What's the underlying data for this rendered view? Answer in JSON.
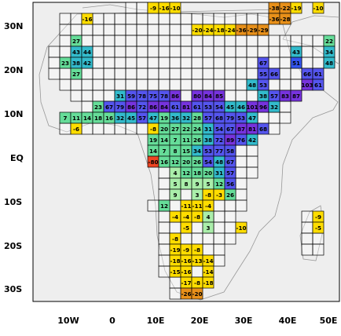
{
  "map": {
    "bg": "#eeeeee",
    "outline": "#999999",
    "y_axis_labels": [
      "30N",
      "20N",
      "10N",
      "EQ",
      "10S",
      "20S",
      "30S"
    ],
    "x_axis_labels": [
      "10W",
      "0",
      "10E",
      "20E",
      "30E",
      "40E",
      "50E"
    ],
    "grid_cells": [
      {
        "c": 10,
        "r": 0,
        "v": "-9",
        "color": "#ffdd00"
      },
      {
        "c": 11,
        "r": 0,
        "v": "-16",
        "color": "#ffdd00"
      },
      {
        "c": 12,
        "r": 0,
        "v": "-10",
        "color": "#ffdd00"
      },
      {
        "c": 21,
        "r": 0,
        "v": "-38",
        "color": "#e8901a"
      },
      {
        "c": 22,
        "r": 0,
        "v": "-22",
        "color": "#e8901a"
      },
      {
        "c": 23,
        "r": 0,
        "v": "-19",
        "color": "#ffdd00"
      },
      {
        "c": 25,
        "r": 0,
        "v": "-10",
        "color": "#ffdd00"
      },
      {
        "c": 4,
        "r": 1,
        "v": "-16",
        "color": "#ffdd00"
      },
      {
        "c": 21,
        "r": 1,
        "v": "-36",
        "color": "#e8901a"
      },
      {
        "c": 22,
        "r": 1,
        "v": "-28",
        "color": "#e8901a"
      },
      {
        "c": 14,
        "r": 2,
        "v": "-20",
        "color": "#ffdd00"
      },
      {
        "c": 15,
        "r": 2,
        "v": "-24",
        "color": "#ffdd00"
      },
      {
        "c": 16,
        "r": 2,
        "v": "-18",
        "color": "#ffdd00"
      },
      {
        "c": 17,
        "r": 2,
        "v": "-24",
        "color": "#ffdd00"
      },
      {
        "c": 18,
        "r": 2,
        "v": "-36",
        "color": "#e8901a"
      },
      {
        "c": 19,
        "r": 2,
        "v": "-29",
        "color": "#e8901a"
      },
      {
        "c": 20,
        "r": 2,
        "v": "-29",
        "color": "#e8901a"
      },
      {
        "c": 3,
        "r": 3,
        "v": "27",
        "color": "#66dd99"
      },
      {
        "c": 26,
        "r": 3,
        "v": "22",
        "color": "#66dd99"
      },
      {
        "c": 3,
        "r": 4,
        "v": "43",
        "color": "#33bbcc"
      },
      {
        "c": 4,
        "r": 4,
        "v": "44",
        "color": "#33bbcc"
      },
      {
        "c": 23,
        "r": 4,
        "v": "43",
        "color": "#33bbcc"
      },
      {
        "c": 26,
        "r": 4,
        "v": "34",
        "color": "#33bbcc"
      },
      {
        "c": 2,
        "r": 5,
        "v": "23",
        "color": "#66dd99"
      },
      {
        "c": 3,
        "r": 5,
        "v": "38",
        "color": "#33bbcc"
      },
      {
        "c": 4,
        "r": 5,
        "v": "42",
        "color": "#33bbcc"
      },
      {
        "c": 20,
        "r": 5,
        "v": "67",
        "color": "#5555ee"
      },
      {
        "c": 23,
        "r": 5,
        "v": "51",
        "color": "#3355ee"
      },
      {
        "c": 26,
        "r": 5,
        "v": "48",
        "color": "#33bbcc"
      },
      {
        "c": 3,
        "r": 6,
        "v": "27",
        "color": "#66dd99"
      },
      {
        "c": 20,
        "r": 6,
        "v": "55",
        "color": "#5555ee"
      },
      {
        "c": 21,
        "r": 6,
        "v": "66",
        "color": "#5555ee"
      },
      {
        "c": 24,
        "r": 6,
        "v": "66",
        "color": "#5555ee"
      },
      {
        "c": 25,
        "r": 6,
        "v": "61",
        "color": "#5555ee"
      },
      {
        "c": 19,
        "r": 7,
        "v": "48",
        "color": "#33bbcc"
      },
      {
        "c": 20,
        "r": 7,
        "v": "53",
        "color": "#5555ee"
      },
      {
        "c": 24,
        "r": 7,
        "v": "103",
        "color": "#7733dd"
      },
      {
        "c": 25,
        "r": 7,
        "v": "61",
        "color": "#5555ee"
      },
      {
        "c": 7,
        "r": 8,
        "v": "31",
        "color": "#33bbcc"
      },
      {
        "c": 8,
        "r": 8,
        "v": "59",
        "color": "#5555ee"
      },
      {
        "c": 9,
        "r": 8,
        "v": "78",
        "color": "#5555ee"
      },
      {
        "c": 10,
        "r": 8,
        "v": "75",
        "color": "#5555ee"
      },
      {
        "c": 11,
        "r": 8,
        "v": "78",
        "color": "#5555ee"
      },
      {
        "c": 12,
        "r": 8,
        "v": "86",
        "color": "#7733dd"
      },
      {
        "c": 14,
        "r": 8,
        "v": "80",
        "color": "#7733dd"
      },
      {
        "c": 15,
        "r": 8,
        "v": "84",
        "color": "#7733dd"
      },
      {
        "c": 16,
        "r": 8,
        "v": "85",
        "color": "#7733dd"
      },
      {
        "c": 20,
        "r": 8,
        "v": "38",
        "color": "#33bbcc"
      },
      {
        "c": 21,
        "r": 8,
        "v": "57",
        "color": "#5555ee"
      },
      {
        "c": 22,
        "r": 8,
        "v": "83",
        "color": "#7733dd"
      },
      {
        "c": 23,
        "r": 8,
        "v": "87",
        "color": "#7733dd"
      },
      {
        "c": 5,
        "r": 9,
        "v": "23",
        "color": "#66dd99"
      },
      {
        "c": 6,
        "r": 9,
        "v": "67",
        "color": "#5555ee"
      },
      {
        "c": 7,
        "r": 9,
        "v": "79",
        "color": "#5555ee"
      },
      {
        "c": 8,
        "r": 9,
        "v": "86",
        "color": "#7733dd"
      },
      {
        "c": 9,
        "r": 9,
        "v": "72",
        "color": "#5555ee"
      },
      {
        "c": 10,
        "r": 9,
        "v": "86",
        "color": "#7733dd"
      },
      {
        "c": 11,
        "r": 9,
        "v": "84",
        "color": "#7733dd"
      },
      {
        "c": 12,
        "r": 9,
        "v": "61",
        "color": "#5555ee"
      },
      {
        "c": 13,
        "r": 9,
        "v": "81",
        "color": "#7733dd"
      },
      {
        "c": 14,
        "r": 9,
        "v": "61",
        "color": "#5555ee"
      },
      {
        "c": 15,
        "r": 9,
        "v": "53",
        "color": "#5555ee"
      },
      {
        "c": 16,
        "r": 9,
        "v": "54",
        "color": "#5555ee"
      },
      {
        "c": 17,
        "r": 9,
        "v": "45",
        "color": "#33bbcc"
      },
      {
        "c": 18,
        "r": 9,
        "v": "46",
        "color": "#33bbcc"
      },
      {
        "c": 19,
        "r": 9,
        "v": "101",
        "color": "#7733dd"
      },
      {
        "c": 20,
        "r": 9,
        "v": "96",
        "color": "#7733dd"
      },
      {
        "c": 21,
        "r": 9,
        "v": "32",
        "color": "#33bbcc"
      },
      {
        "c": 2,
        "r": 10,
        "v": "7",
        "color": "#66dd99"
      },
      {
        "c": 3,
        "r": 10,
        "v": "11",
        "color": "#66dd99"
      },
      {
        "c": 4,
        "r": 10,
        "v": "14",
        "color": "#66dd99"
      },
      {
        "c": 5,
        "r": 10,
        "v": "18",
        "color": "#66dd99"
      },
      {
        "c": 6,
        "r": 10,
        "v": "16",
        "color": "#66dd99"
      },
      {
        "c": 7,
        "r": 10,
        "v": "32",
        "color": "#33bbcc"
      },
      {
        "c": 8,
        "r": 10,
        "v": "45",
        "color": "#33bbcc"
      },
      {
        "c": 9,
        "r": 10,
        "v": "57",
        "color": "#5555ee"
      },
      {
        "c": 10,
        "r": 10,
        "v": "47",
        "color": "#33bbcc"
      },
      {
        "c": 11,
        "r": 10,
        "v": "19",
        "color": "#66dd99"
      },
      {
        "c": 12,
        "r": 10,
        "v": "36",
        "color": "#33bbcc"
      },
      {
        "c": 13,
        "r": 10,
        "v": "32",
        "color": "#33bbcc"
      },
      {
        "c": 14,
        "r": 10,
        "v": "28",
        "color": "#66dd99"
      },
      {
        "c": 15,
        "r": 10,
        "v": "57",
        "color": "#5555ee"
      },
      {
        "c": 16,
        "r": 10,
        "v": "68",
        "color": "#5555ee"
      },
      {
        "c": 17,
        "r": 10,
        "v": "79",
        "color": "#5555ee"
      },
      {
        "c": 18,
        "r": 10,
        "v": "53",
        "color": "#5555ee"
      },
      {
        "c": 19,
        "r": 10,
        "v": "47",
        "color": "#33bbcc"
      },
      {
        "c": 3,
        "r": 11,
        "v": "-6",
        "color": "#ffdd00"
      },
      {
        "c": 10,
        "r": 11,
        "v": "-8",
        "color": "#ffdd00"
      },
      {
        "c": 11,
        "r": 11,
        "v": "20",
        "color": "#66dd99"
      },
      {
        "c": 12,
        "r": 11,
        "v": "27",
        "color": "#66dd99"
      },
      {
        "c": 13,
        "r": 11,
        "v": "22",
        "color": "#66dd99"
      },
      {
        "c": 14,
        "r": 11,
        "v": "24",
        "color": "#66dd99"
      },
      {
        "c": 15,
        "r": 11,
        "v": "31",
        "color": "#33bbcc"
      },
      {
        "c": 16,
        "r": 11,
        "v": "54",
        "color": "#5555ee"
      },
      {
        "c": 17,
        "r": 11,
        "v": "67",
        "color": "#5555ee"
      },
      {
        "c": 18,
        "r": 11,
        "v": "87",
        "color": "#7733dd"
      },
      {
        "c": 19,
        "r": 11,
        "v": "81",
        "color": "#7733dd"
      },
      {
        "c": 20,
        "r": 11,
        "v": "68",
        "color": "#5555ee"
      },
      {
        "c": 10,
        "r": 12,
        "v": "19",
        "color": "#66dd99"
      },
      {
        "c": 11,
        "r": 12,
        "v": "14",
        "color": "#66dd99"
      },
      {
        "c": 12,
        "r": 12,
        "v": "7",
        "color": "#66dd99"
      },
      {
        "c": 13,
        "r": 12,
        "v": "11",
        "color": "#66dd99"
      },
      {
        "c": 14,
        "r": 12,
        "v": "26",
        "color": "#66dd99"
      },
      {
        "c": 15,
        "r": 12,
        "v": "38",
        "color": "#33bbcc"
      },
      {
        "c": 16,
        "r": 12,
        "v": "72",
        "color": "#5555ee"
      },
      {
        "c": 17,
        "r": 12,
        "v": "89",
        "color": "#7733dd"
      },
      {
        "c": 18,
        "r": 12,
        "v": "76",
        "color": "#5555ee"
      },
      {
        "c": 19,
        "r": 12,
        "v": "42",
        "color": "#33bbcc"
      },
      {
        "c": 10,
        "r": 13,
        "v": "14",
        "color": "#66dd99"
      },
      {
        "c": 11,
        "r": 13,
        "v": "7",
        "color": "#66dd99"
      },
      {
        "c": 12,
        "r": 13,
        "v": "8",
        "color": "#66dd99"
      },
      {
        "c": 13,
        "r": 13,
        "v": "15",
        "color": "#66dd99"
      },
      {
        "c": 14,
        "r": 13,
        "v": "34",
        "color": "#33bbcc"
      },
      {
        "c": 15,
        "r": 13,
        "v": "53",
        "color": "#5555ee"
      },
      {
        "c": 16,
        "r": 13,
        "v": "77",
        "color": "#5555ee"
      },
      {
        "c": 17,
        "r": 13,
        "v": "58",
        "color": "#5555ee"
      },
      {
        "c": 10,
        "r": 14,
        "v": "-80",
        "color": "#ee4422"
      },
      {
        "c": 11,
        "r": 14,
        "v": "16",
        "color": "#66dd99"
      },
      {
        "c": 12,
        "r": 14,
        "v": "12",
        "color": "#66dd99"
      },
      {
        "c": 13,
        "r": 14,
        "v": "20",
        "color": "#66dd99"
      },
      {
        "c": 14,
        "r": 14,
        "v": "26",
        "color": "#66dd99"
      },
      {
        "c": 15,
        "r": 14,
        "v": "54",
        "color": "#5555ee"
      },
      {
        "c": 16,
        "r": 14,
        "v": "48",
        "color": "#33bbcc"
      },
      {
        "c": 17,
        "r": 14,
        "v": "67",
        "color": "#5555ee"
      },
      {
        "c": 12,
        "r": 15,
        "v": "4",
        "color": "#aaeeaa"
      },
      {
        "c": 13,
        "r": 15,
        "v": "12",
        "color": "#66dd99"
      },
      {
        "c": 14,
        "r": 15,
        "v": "18",
        "color": "#66dd99"
      },
      {
        "c": 15,
        "r": 15,
        "v": "20",
        "color": "#66dd99"
      },
      {
        "c": 16,
        "r": 15,
        "v": "31",
        "color": "#33bbcc"
      },
      {
        "c": 17,
        "r": 15,
        "v": "57",
        "color": "#5555ee"
      },
      {
        "c": 12,
        "r": 16,
        "v": "5",
        "color": "#aaeeaa"
      },
      {
        "c": 13,
        "r": 16,
        "v": "8",
        "color": "#aaeeaa"
      },
      {
        "c": 14,
        "r": 16,
        "v": "9",
        "color": "#aaeeaa"
      },
      {
        "c": 15,
        "r": 16,
        "v": "5",
        "color": "#aaeeaa"
      },
      {
        "c": 16,
        "r": 16,
        "v": "12",
        "color": "#66dd99"
      },
      {
        "c": 17,
        "r": 16,
        "v": "56",
        "color": "#5555ee"
      },
      {
        "c": 12,
        "r": 17,
        "v": "9",
        "color": "#aaeeaa"
      },
      {
        "c": 14,
        "r": 17,
        "v": "3",
        "color": "#aaeeaa"
      },
      {
        "c": 15,
        "r": 17,
        "v": "-8",
        "color": "#ffdd00"
      },
      {
        "c": 16,
        "r": 17,
        "v": "-3",
        "color": "#ffdd00"
      },
      {
        "c": 17,
        "r": 17,
        "v": "26",
        "color": "#66dd99"
      },
      {
        "c": 11,
        "r": 18,
        "v": "12",
        "color": "#66dd99"
      },
      {
        "c": 13,
        "r": 18,
        "v": "-11",
        "color": "#ffdd00"
      },
      {
        "c": 14,
        "r": 18,
        "v": "-11",
        "color": "#ffdd00"
      },
      {
        "c": 15,
        "r": 18,
        "v": "-4",
        "color": "#ffdd00"
      },
      {
        "c": 12,
        "r": 19,
        "v": "-4",
        "color": "#ffdd00"
      },
      {
        "c": 13,
        "r": 19,
        "v": "-4",
        "color": "#ffdd00"
      },
      {
        "c": 14,
        "r": 19,
        "v": "-8",
        "color": "#ffdd00"
      },
      {
        "c": 15,
        "r": 19,
        "v": "4",
        "color": "#aaeeaa"
      },
      {
        "c": 25,
        "r": 19,
        "v": "-9",
        "color": "#ffdd00"
      },
      {
        "c": 13,
        "r": 20,
        "v": "-5",
        "color": "#ffdd00"
      },
      {
        "c": 15,
        "r": 20,
        "v": "3",
        "color": "#aaeeaa"
      },
      {
        "c": 18,
        "r": 20,
        "v": "-10",
        "color": "#ffdd00"
      },
      {
        "c": 25,
        "r": 20,
        "v": "-5",
        "color": "#ffdd00"
      },
      {
        "c": 12,
        "r": 21,
        "v": "-8",
        "color": "#ffdd00"
      },
      {
        "c": 12,
        "r": 22,
        "v": "-19",
        "color": "#ffdd00"
      },
      {
        "c": 13,
        "r": 22,
        "v": "-9",
        "color": "#ffdd00"
      },
      {
        "c": 14,
        "r": 22,
        "v": "-8",
        "color": "#ffdd00"
      },
      {
        "c": 12,
        "r": 23,
        "v": "-18",
        "color": "#ffdd00"
      },
      {
        "c": 13,
        "r": 23,
        "v": "-16",
        "color": "#ffdd00"
      },
      {
        "c": 14,
        "r": 23,
        "v": "-13",
        "color": "#ffdd00"
      },
      {
        "c": 15,
        "r": 23,
        "v": "-14",
        "color": "#ffdd00"
      },
      {
        "c": 12,
        "r": 24,
        "v": "-15",
        "color": "#ffdd00"
      },
      {
        "c": 13,
        "r": 24,
        "v": "-16",
        "color": "#ffdd00"
      },
      {
        "c": 15,
        "r": 24,
        "v": "-14",
        "color": "#ffdd00"
      },
      {
        "c": 13,
        "r": 25,
        "v": "-17",
        "color": "#ffdd00"
      },
      {
        "c": 14,
        "r": 25,
        "v": "-8",
        "color": "#ffdd00"
      },
      {
        "c": 15,
        "r": 25,
        "v": "-18",
        "color": "#ffdd00"
      },
      {
        "c": 13,
        "r": 26,
        "v": "-26",
        "color": "#e8901a"
      },
      {
        "c": 14,
        "r": 26,
        "v": "-20",
        "color": "#e8901a"
      }
    ],
    "empty_rows": [
      {
        "r": 0,
        "from": 8,
        "to": 9
      },
      {
        "r": 1,
        "from": 2,
        "to": 20
      },
      {
        "r": 2,
        "from": 2,
        "to": 13
      },
      {
        "r": 3,
        "from": 2,
        "to": 25
      },
      {
        "r": 4,
        "from": 1,
        "to": 25
      },
      {
        "r": 5,
        "from": 1,
        "to": 25
      },
      {
        "r": 6,
        "from": 1,
        "to": 25
      },
      {
        "r": 7,
        "from": 2,
        "to": 23
      },
      {
        "r": 8,
        "from": 3,
        "to": 22
      },
      {
        "r": 9,
        "from": 4,
        "to": 22
      },
      {
        "r": 10,
        "from": 2,
        "to": 22
      },
      {
        "r": 11,
        "from": 2,
        "to": 21
      },
      {
        "r": 12,
        "from": 10,
        "to": 19
      },
      {
        "r": 13,
        "from": 10,
        "to": 19
      },
      {
        "r": 14,
        "from": 10,
        "to": 19
      },
      {
        "r": 15,
        "from": 11,
        "to": 19
      },
      {
        "r": 16,
        "from": 11,
        "to": 18
      },
      {
        "r": 17,
        "from": 11,
        "to": 18
      },
      {
        "r": 18,
        "from": 10,
        "to": 18
      },
      {
        "r": 19,
        "from": 11,
        "to": 17
      },
      {
        "r": 20,
        "from": 11,
        "to": 18
      },
      {
        "r": 21,
        "from": 11,
        "to": 17
      },
      {
        "r": 22,
        "from": 11,
        "to": 16
      },
      {
        "r": 23,
        "from": 11,
        "to": 16
      },
      {
        "r": 24,
        "from": 11,
        "to": 15
      },
      {
        "r": 25,
        "from": 12,
        "to": 15
      },
      {
        "r": 26,
        "from": 12,
        "to": 14
      },
      {
        "r": 19,
        "from": 24,
        "to": 25
      },
      {
        "r": 20,
        "from": 24,
        "to": 25
      },
      {
        "r": 21,
        "from": 24,
        "to": 25
      },
      {
        "r": 22,
        "from": 24,
        "to": 25
      }
    ]
  }
}
